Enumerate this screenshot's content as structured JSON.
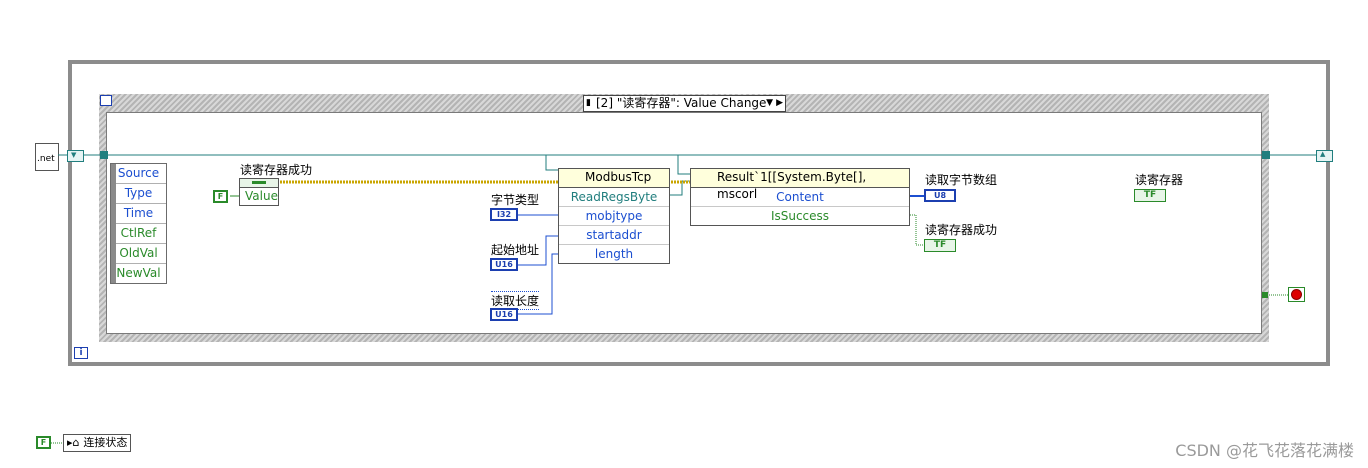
{
  "case_selector": "[2] \"读寄存器\": Value Change",
  "net_icon_label": ".net",
  "event_data": [
    "Source",
    "Type",
    "Time",
    "CtlRef",
    "OldVal",
    "NewVal"
  ],
  "ctrl_label": "读寄存器成功",
  "ctrl_value_label": "Value",
  "false_const": "F",
  "modbus": {
    "title": "ModbusTcp",
    "rows": [
      "ReadRegsByte",
      "mobjtype",
      "startaddr",
      "length"
    ]
  },
  "result": {
    "title": "Result`1[[System.Byte[], mscorl",
    "rows": [
      "Content",
      "IsSuccess"
    ]
  },
  "labels": {
    "byte_type": "字节类型",
    "start_addr": "起始地址",
    "read_len": "读取长度",
    "read_bytes": "读取字节数组",
    "read_success": "读寄存器成功",
    "read_reg": "读寄存器",
    "conn_state": "连接状态"
  },
  "consts": {
    "i32": "I32",
    "u16": "U16",
    "u8": "U8",
    "tf": "TF"
  },
  "loop_index": "i",
  "watermark": "CSDN @花飞花落花满楼",
  "colors": {
    "wire_blue": "#1c4fd0",
    "wire_green": "#2a8a2a",
    "wire_teal": "#217e7e",
    "wire_ref": "#c9a500"
  }
}
